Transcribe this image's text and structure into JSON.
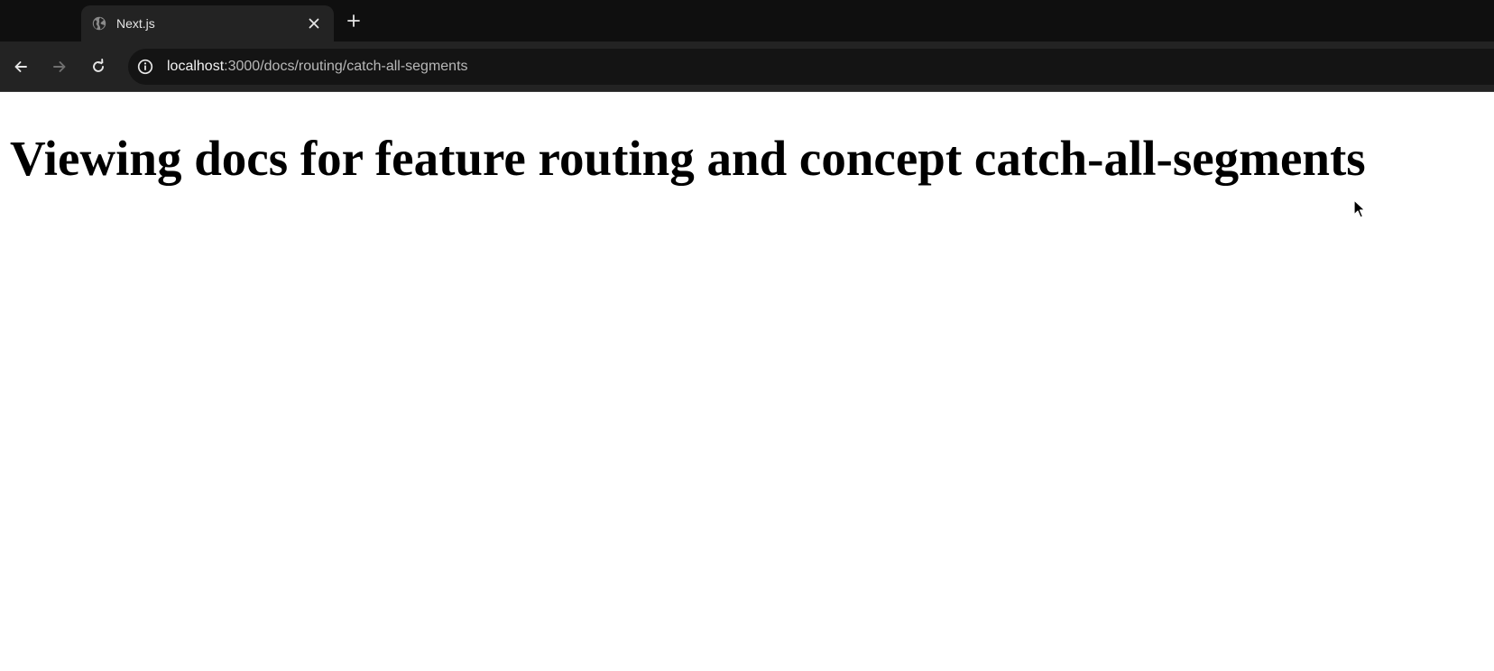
{
  "browser": {
    "tab": {
      "title": "Next.js",
      "favicon": "globe-icon",
      "close": "close-icon"
    },
    "new_tab": "plus-icon",
    "nav": {
      "back": "arrow-left-icon",
      "forward": "arrow-right-icon",
      "reload": "reload-icon"
    },
    "address": {
      "icon": "info-icon",
      "host": "localhost",
      "rest": ":3000/docs/routing/catch-all-segments"
    }
  },
  "page": {
    "heading": "Viewing docs for feature routing and concept catch-all-segments"
  },
  "colors": {
    "tabbar_bg": "#0f0f0f",
    "toolbar_bg": "#232323",
    "omnibox_bg": "#141414",
    "page_bg": "#ffffff",
    "heading_text": "#000000"
  }
}
